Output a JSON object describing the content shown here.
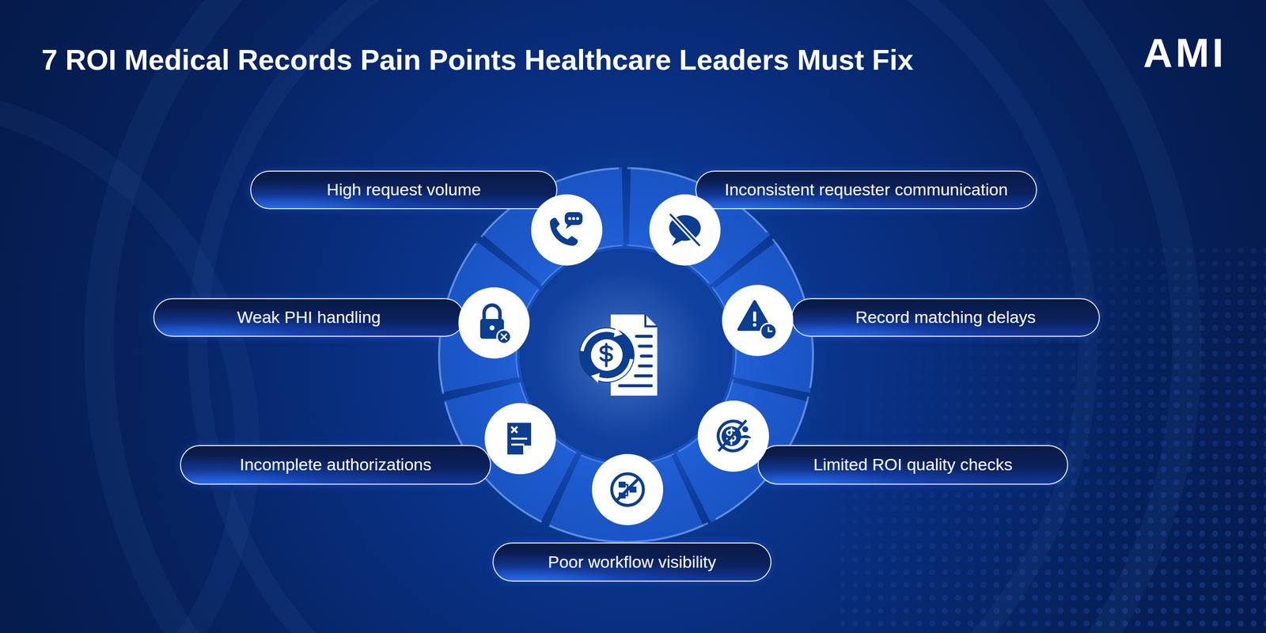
{
  "diagram": {
    "title": "7 ROI Medical Records Pain Points Healthcare Leaders Must Fix",
    "nodes": [
      {
        "text": [
          "High request volume"
        ]
      },
      {
        "text": [
          "Inconsistent requester communication"
        ]
      },
      {
        "text": [
          "Weak PHI handling"
        ]
      },
      {
        "text": [
          "Record matching delays"
        ]
      },
      {
        "text": [
          "Incomplete authorizations"
        ]
      },
      {
        "text": [
          "Limited ROI quality checks"
        ]
      },
      {
        "text": [
          "Poor workflow visibility"
        ]
      }
    ],
    "labels": [
      "AMI"
    ]
  }
}
